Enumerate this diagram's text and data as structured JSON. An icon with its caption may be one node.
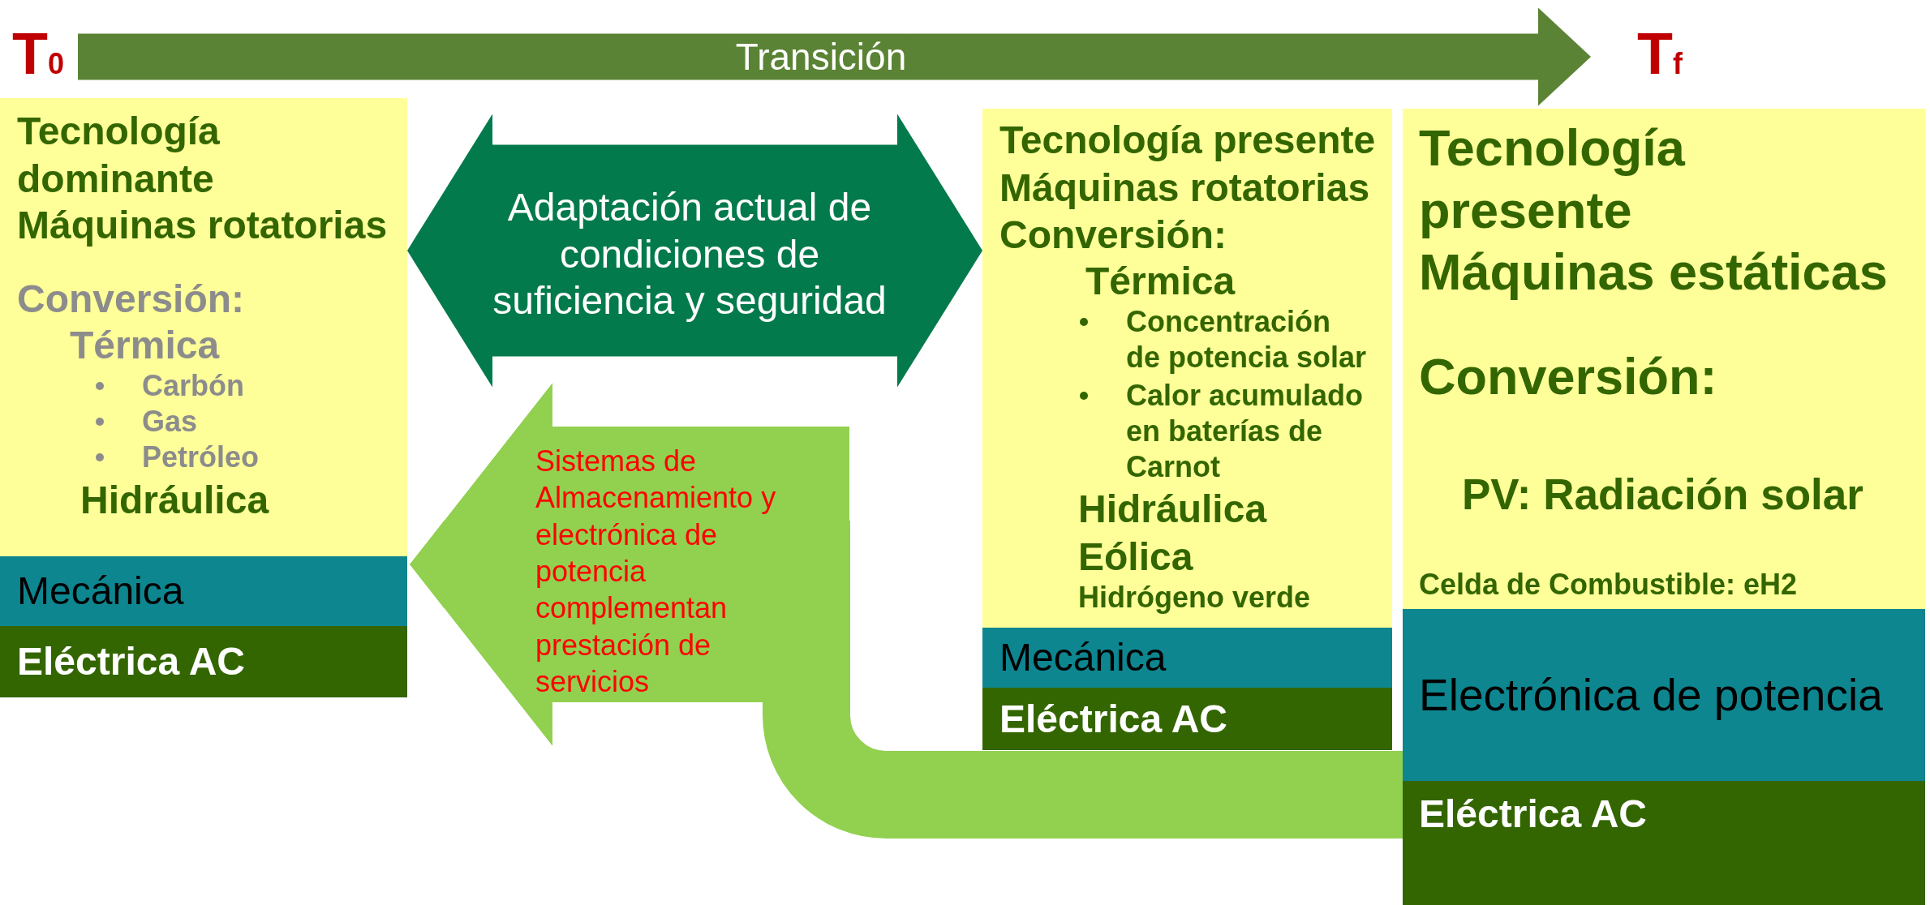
{
  "diagram": {
    "nodes": [
      {
        "text": [
          "T$_{0}$"
        ]
      },
      {
        "text": [
          "T$_{f}$"
        ]
      },
      {
        "text": [
          "Tecnología dominante",
          "Máquinas rotatorias",
          "Conversión:",
          "Térmica",
          "Carbón",
          "Gas",
          "Petróleo",
          "Hidráulica"
        ]
      },
      {
        "text": [
          "Mecánica"
        ]
      },
      {
        "text": [
          "Eléctrica AC"
        ]
      },
      {
        "text": [
          "Tecnología presente",
          "Máquinas rotatorias",
          "Conversión:",
          "Térmica",
          "Concentración de potencia solar",
          "Calor acumulado en baterías de Carnot",
          "Hidráulica",
          "Eólica",
          "Hidrógeno verde"
        ]
      },
      {
        "text": [
          "Mecánica"
        ]
      },
      {
        "text": [
          "Eléctrica AC"
        ]
      },
      {
        "text": [
          "Tecnología presente",
          "Máquinas estáticas",
          "Conversión:",
          "PV: Radiación solar",
          "Celda de Combustible: eH2"
        ]
      },
      {
        "text": [
          "Electrónica de potencia"
        ]
      },
      {
        "text": [
          "Eléctrica AC"
        ]
      }
    ],
    "edges": [
      {
        "from": 0,
        "to": 1,
        "arrow": "to",
        "label": "Transición",
        "color": "#5b8335"
      },
      {
        "from": 2,
        "to": 5,
        "arrow": "both",
        "label": "Adaptación actual de condiciones de suficiencia y seguridad",
        "style": "thick",
        "color": "#037a4c"
      },
      {
        "from": 10,
        "to": 3,
        "arrow": "to",
        "label": "Sistemas de Almacenamiento y electrónica de potencia complementan prestación de servicios",
        "color": "#92d050"
      }
    ]
  }
}
